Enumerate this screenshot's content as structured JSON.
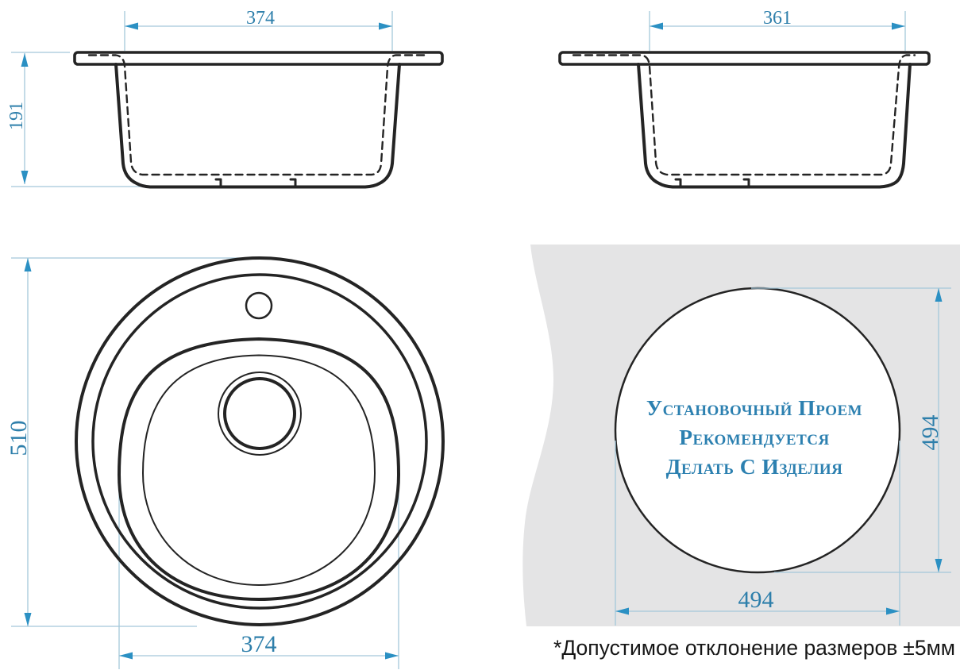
{
  "document_type": "sink technical drawing",
  "colors": {
    "drawing": "#242424",
    "dimension_line": "#a4c8da",
    "dimension_arrow": "#2b90c3",
    "dimension_text": "#2e7fab",
    "note_text": "#2c80b0",
    "countertop": "#e4e4e5",
    "footer_text": "#161616"
  },
  "views": {
    "front_section": {
      "width_dim": "374",
      "height_dim": "191"
    },
    "side_section": {
      "width_dim": "361"
    },
    "top_plan": {
      "outer_dim": "510",
      "bowl_dim": "374"
    },
    "installation": {
      "vertical_dim": "494",
      "horizontal_dim": "494",
      "note_line1": "Установочный Проем",
      "note_line2": "Рекомендуется",
      "note_line3": "Делать С Изделия"
    }
  },
  "footer": {
    "note": "*Допустимое отклонение размеров",
    "tolerance": "±5мм"
  }
}
